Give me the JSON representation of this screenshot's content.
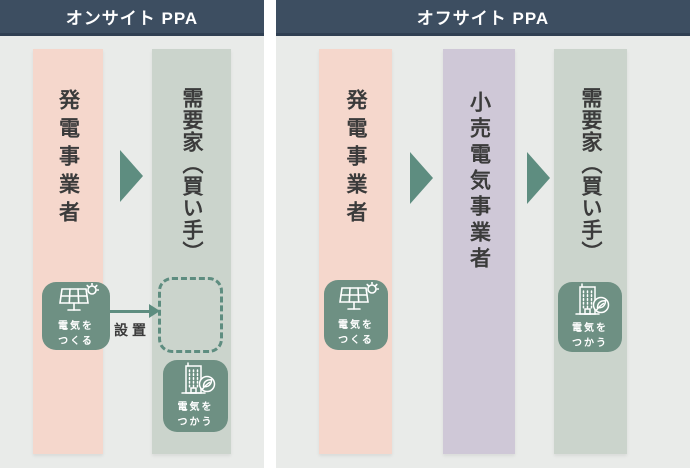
{
  "colors": {
    "header_navy": "#3d4e61",
    "header_border": "#303f52",
    "panel_bg": "#e9ebe9",
    "producer_pink": "#f5d7cc",
    "consumer_sage": "#cbd4cc",
    "retailer_purple": "#cfc8d7",
    "badge_green": "#6e9083",
    "arrow_teal": "#5e8d80",
    "text_dark": "#3b3b3b"
  },
  "onsite": {
    "title": "オンサイト PPA",
    "producer": "発電事業者",
    "consumer": "需要家（買い手）",
    "make_badge_line1": "電気を",
    "make_badge_line2": "つくる",
    "use_badge_line1": "電気を",
    "use_badge_line2": "つかう",
    "install_label": "設置"
  },
  "offsite": {
    "title": "オフサイト PPA",
    "producer": "発電事業者",
    "retailer": "小売電気事業者",
    "consumer": "需要家（買い手）",
    "make_badge_line1": "電気を",
    "make_badge_line2": "つくる",
    "use_badge_line1": "電気を",
    "use_badge_line2": "つかう"
  }
}
